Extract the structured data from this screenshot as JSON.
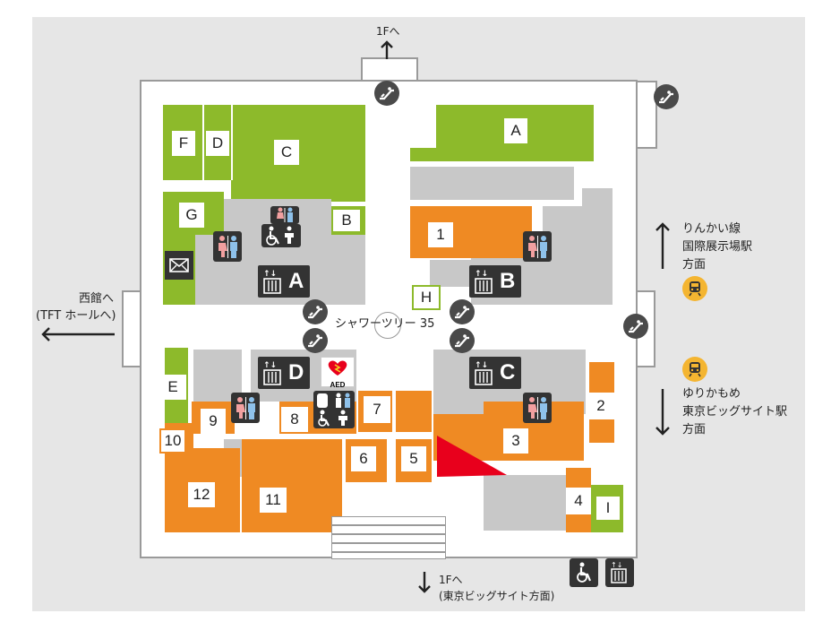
{
  "labels": {
    "a": "A",
    "b": "B",
    "c": "C",
    "d": "D",
    "e": "E",
    "f": "F",
    "g": "G",
    "h": "H",
    "i": "I",
    "n1": "1",
    "n2": "2",
    "n3": "3",
    "n4": "4",
    "n5": "5",
    "n6": "6",
    "n7": "7",
    "n8": "8",
    "n9": "9",
    "n10": "10",
    "n11": "11",
    "n12": "12"
  },
  "elevators": {
    "a": "A",
    "b": "B",
    "c": "C",
    "d": "D"
  },
  "center_label": "シャワーツリー 35",
  "aed_text": "AED",
  "directions": {
    "north": "1Fへ",
    "west_line1": "西館へ",
    "west_line2": "(TFT ホールへ)",
    "east_north_line1": "りんかい線",
    "east_north_line2": "国際展示場駅",
    "east_north_line3": "方面",
    "east_south_line1": "ゆりかもめ",
    "east_south_line2": "東京ビッグサイト駅",
    "east_south_line3": "方面",
    "south_line1": "1Fへ",
    "south_line2": "(東京ビッグサイト方面)"
  },
  "colors": {
    "green": "#8dba2b",
    "orange": "#ef8a23",
    "gray": "#c8c8c8",
    "train": "#f4b531",
    "red": "#e8001c"
  }
}
